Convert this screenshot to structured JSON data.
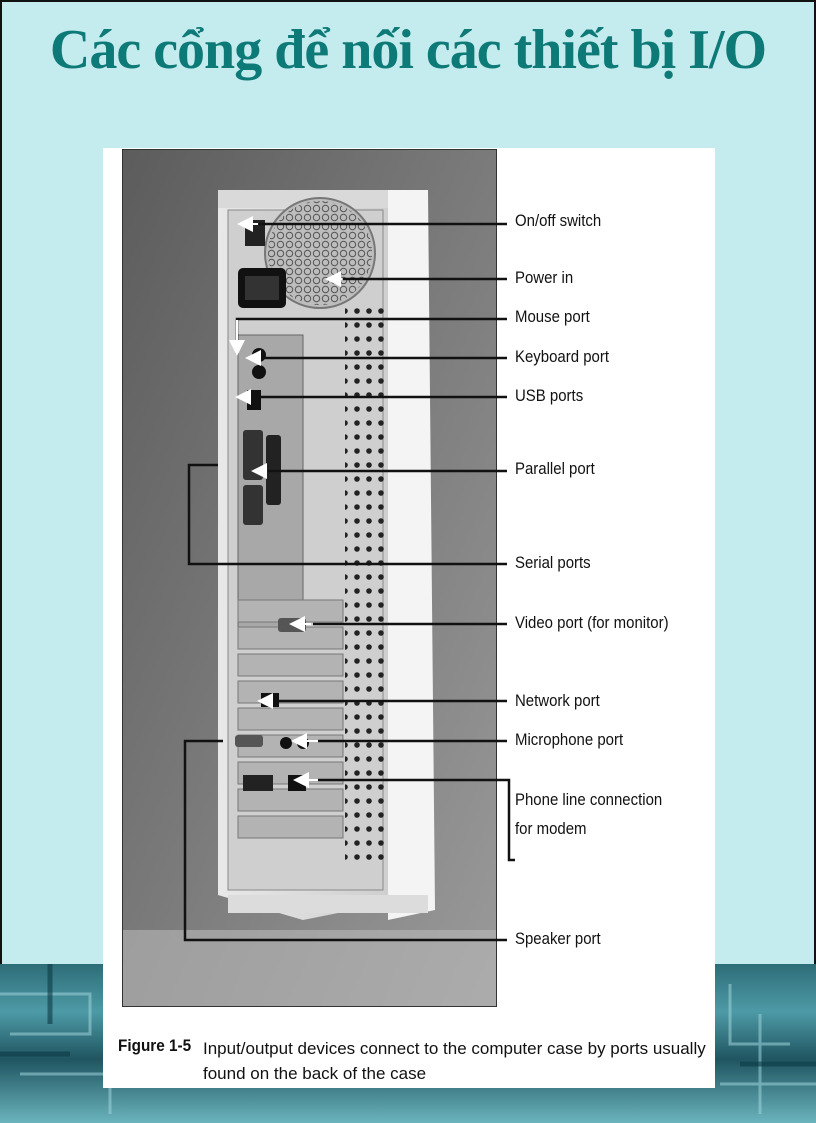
{
  "slide": {
    "title": "Các cổng để nối các thiết bị I/O"
  },
  "figure": {
    "labels": [
      "On/off switch",
      "Power in",
      "Mouse port",
      "Keyboard port",
      "USB ports",
      "Parallel port",
      "Serial ports",
      "Video port (for monitor)",
      "Network port",
      "Microphone port",
      "Phone line connection",
      "for modem",
      "Speaker port"
    ],
    "caption_number": "Figure 1-5",
    "caption_text": "Input/output devices connect to the computer case by ports usually found on the back of the case"
  },
  "colors": {
    "title": "#0e7a78",
    "slide_background": "#c4ecee",
    "photo_background": "#6a6a6a"
  }
}
